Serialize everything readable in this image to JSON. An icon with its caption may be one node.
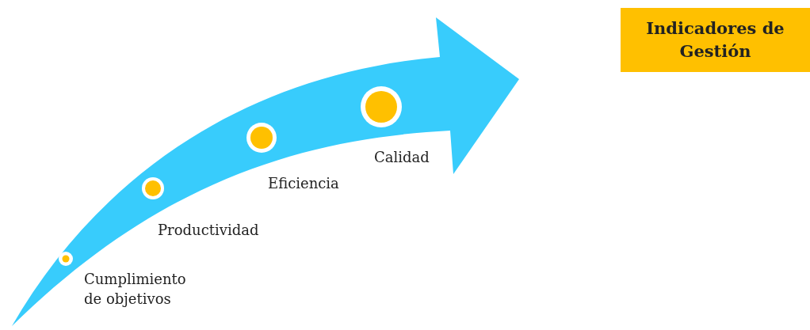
{
  "diagram": {
    "nodes": [
      {
        "text": [
          "Indicadores de Gestión"
        ]
      }
    ],
    "labels": [
      "Cumplimiento de objetivos",
      "Productividad",
      "Eficiencia",
      "Calidad"
    ]
  }
}
